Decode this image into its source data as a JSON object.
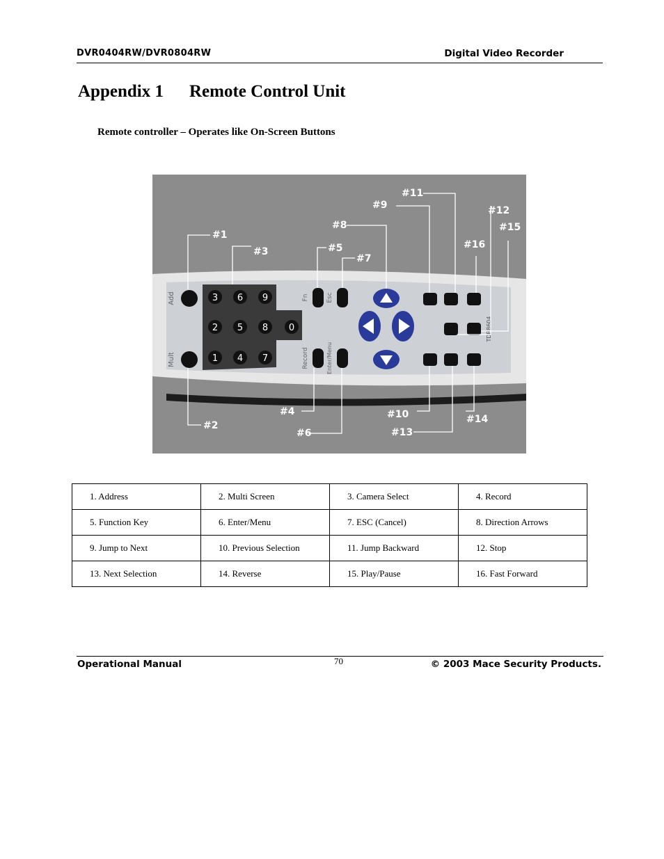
{
  "header": {
    "left": "DVR0404RW/DVR0804RW",
    "right": "Digital Video Recorder"
  },
  "title": {
    "number": "Appendix 1",
    "text": "Remote Control Unit"
  },
  "subtitle": "Remote controller – Operates like On-Screen Buttons",
  "figure": {
    "callouts": [
      "#1",
      "#2",
      "#3",
      "#4",
      "#5",
      "#6",
      "#7",
      "#8",
      "#9",
      "#10",
      "#11",
      "#12",
      "#13",
      "#14",
      "#15",
      "#16"
    ],
    "labels": {
      "add": "Add",
      "mult": "Mult",
      "fn": "Fn",
      "esc": "Esc",
      "record": "Record",
      "enter_menu": "Enter/Menu",
      "model": "TDR8604"
    },
    "keys": [
      "3",
      "6",
      "9",
      "2",
      "5",
      "8",
      "0",
      "1",
      "4",
      "7"
    ]
  },
  "legend": [
    [
      "1. Address",
      "2. Multi Screen",
      "3. Camera Select",
      "4. Record"
    ],
    [
      "5. Function Key",
      "6. Enter/Menu",
      "7. ESC (Cancel)",
      "8. Direction Arrows"
    ],
    [
      "9. Jump to Next",
      "10.   Previous Selection",
      "11.   Jump Backward",
      "12.   Stop"
    ],
    [
      "13.   Next Selection",
      "14.   Reverse",
      "15.   Play/Pause",
      "16.   Fast Forward"
    ]
  ],
  "footer": {
    "left": "Operational Manual",
    "page": "70",
    "right": "© 2003 Mace Security Products."
  }
}
